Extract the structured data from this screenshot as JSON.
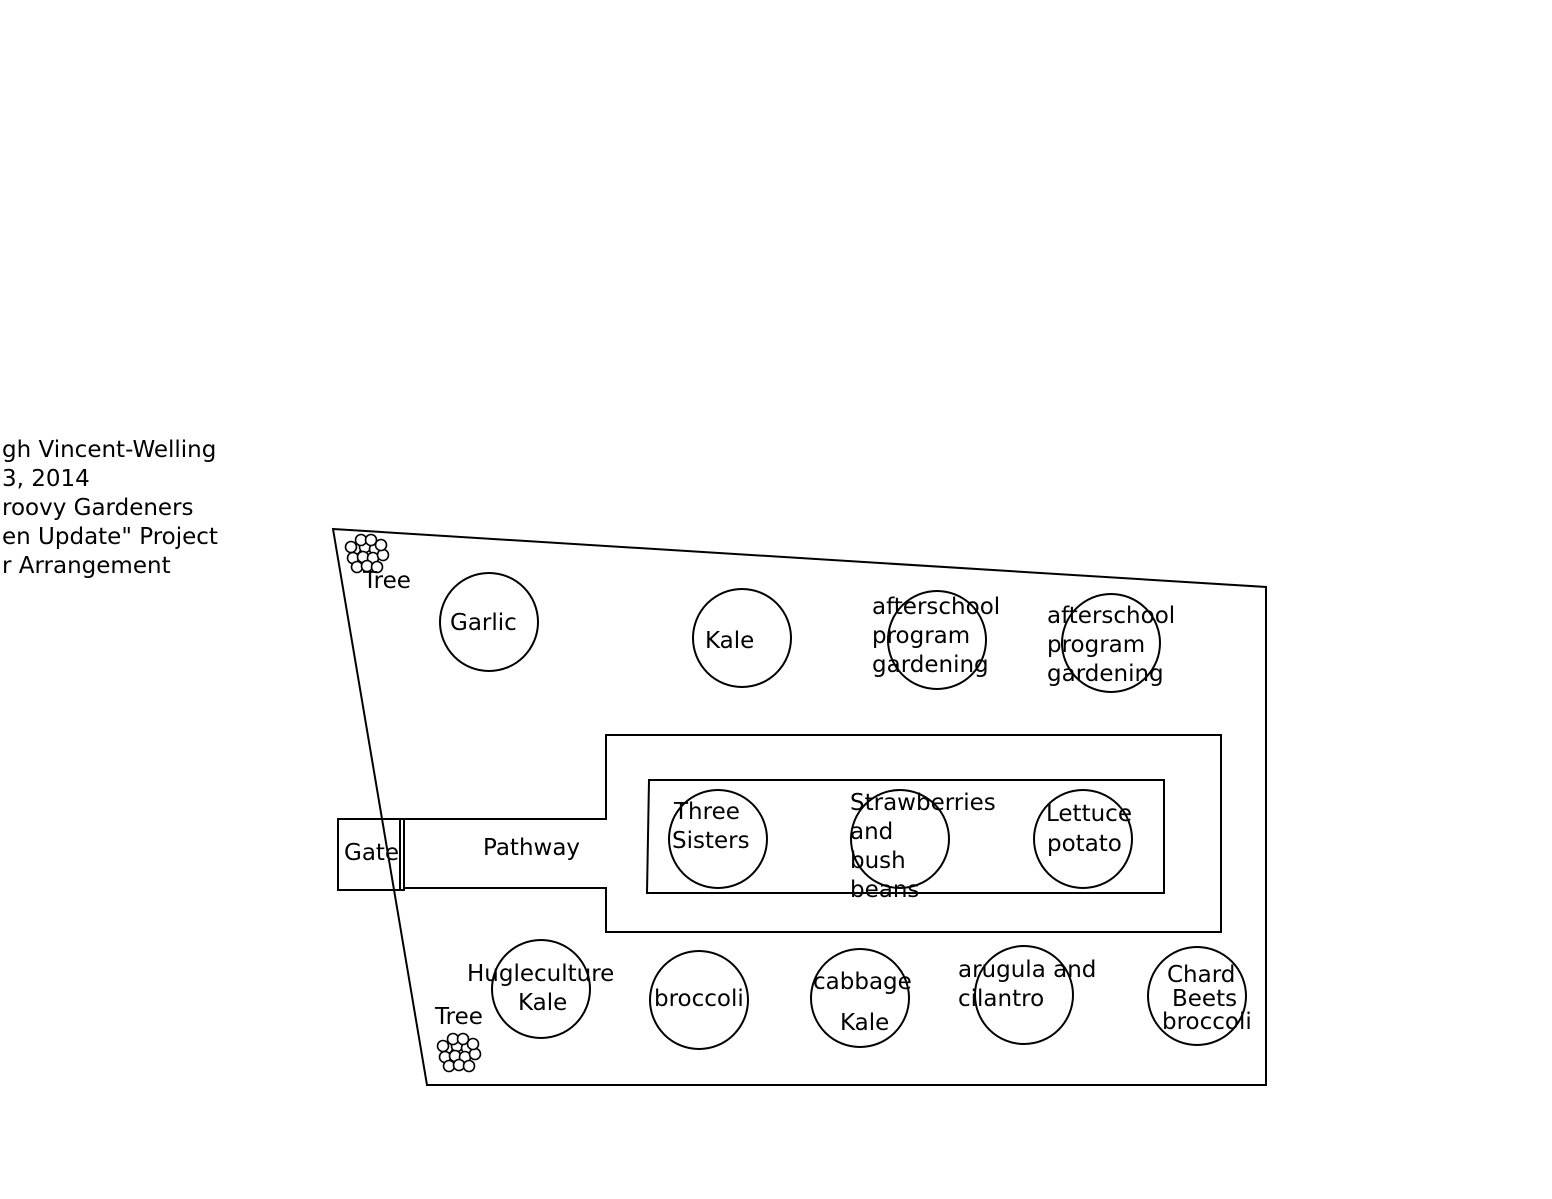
{
  "header_lines": [
    "gh Vincent-Welling",
    "3, 2014",
    "roovy Gardeners",
    "en Update\" Project",
    "r Arrangement"
  ],
  "labels": {
    "tree_top": "Tree",
    "tree_bottom": "Tree",
    "gate": "Gate",
    "pathway": "Pathway"
  },
  "beds": [
    {
      "id": "garlic",
      "lines": [
        "Garlic"
      ]
    },
    {
      "id": "kale-top",
      "lines": [
        "Kale"
      ]
    },
    {
      "id": "afterschool-1",
      "lines": [
        "afterschool",
        "program",
        "gardening"
      ]
    },
    {
      "id": "afterschool-2",
      "lines": [
        "afterschool",
        "program",
        "gardening"
      ]
    },
    {
      "id": "three-sisters",
      "lines": [
        "Three",
        "Sisters"
      ]
    },
    {
      "id": "strawberries",
      "lines": [
        "Strawberries",
        "and",
        "bush",
        "beans"
      ]
    },
    {
      "id": "lettuce-potato",
      "lines": [
        "Lettuce",
        "potato"
      ]
    },
    {
      "id": "hugleculture-kale",
      "lines": [
        "Hugleculture",
        "Kale"
      ]
    },
    {
      "id": "broccoli",
      "lines": [
        "broccoli"
      ]
    },
    {
      "id": "cabbage-kale",
      "lines": [
        "cabbage",
        "Kale"
      ]
    },
    {
      "id": "arugula-cilantro",
      "lines": [
        "arugula and",
        "cilantro"
      ]
    },
    {
      "id": "chard-beets-broccoli",
      "lines": [
        "Chard",
        "Beets",
        "broccoli"
      ]
    }
  ]
}
